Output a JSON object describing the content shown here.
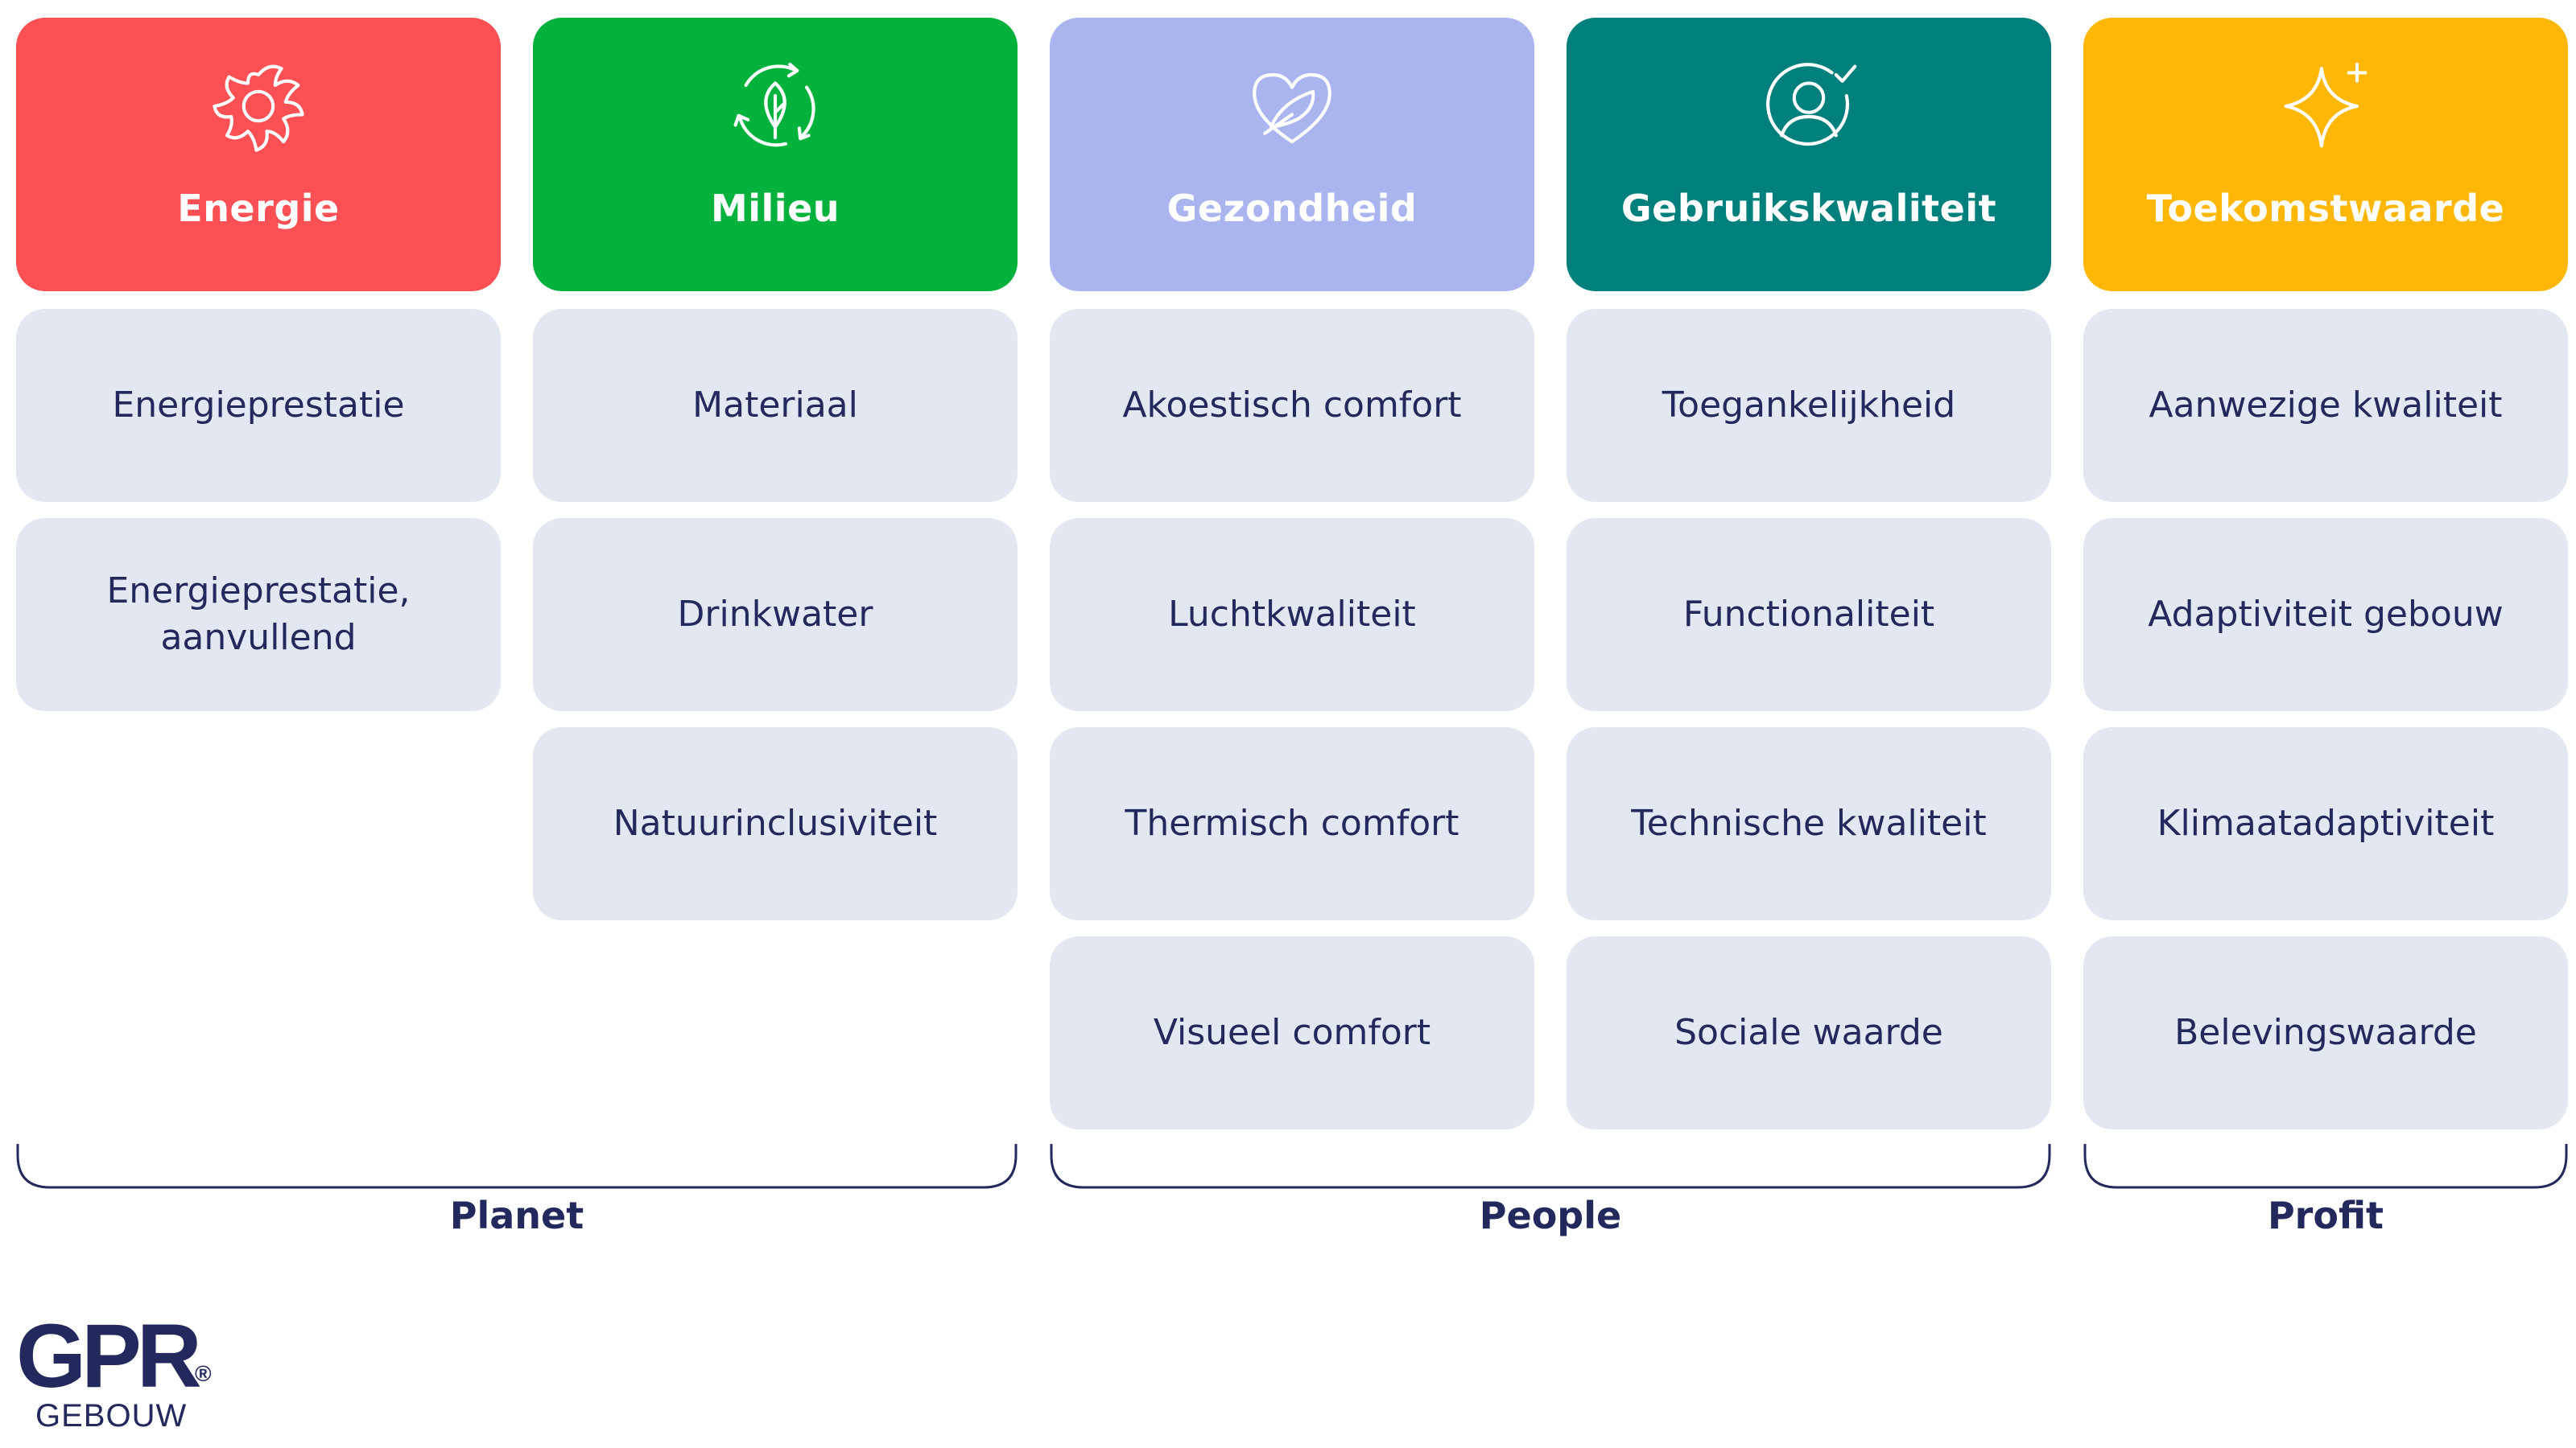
{
  "colors": {
    "energie": "#fc5054",
    "milieu": "#03b23c",
    "gezondheid": "#aab4ef",
    "gebruikskwaliteit": "#00807c",
    "toekomstwaarde": "#ffb705",
    "card": "#e3e7f1",
    "text": "#23295c"
  },
  "columns": [
    {
      "title": "Energie",
      "icon": "fan-icon",
      "items": [
        "Energieprestatie",
        "Energieprestatie, aanvullend"
      ]
    },
    {
      "title": "Milieu",
      "icon": "leaf-cycle-icon",
      "items": [
        "Materiaal",
        "Drinkwater",
        "Natuurinclusiviteit"
      ]
    },
    {
      "title": "Gezondheid",
      "icon": "heart-feather-icon",
      "items": [
        "Akoestisch comfort",
        "Luchtkwaliteit",
        "Thermisch comfort",
        "Visueel comfort"
      ]
    },
    {
      "title": "Gebruikskwaliteit",
      "icon": "user-check-icon",
      "items": [
        "Toegankelijkheid",
        "Functionaliteit",
        "Technische kwaliteit",
        "Sociale waarde"
      ]
    },
    {
      "title": "Toekomstwaarde",
      "icon": "sparkle-icon",
      "items": [
        "Aanwezige kwaliteit",
        "Adaptiviteit gebouw",
        "Klimaatadaptiviteit",
        "Belevingswaarde"
      ]
    }
  ],
  "groups": {
    "planet": "Planet",
    "people": "People",
    "profit": "Profit"
  },
  "logo": {
    "main": "GPR",
    "registered": "®",
    "sub": "GEBOUW"
  }
}
